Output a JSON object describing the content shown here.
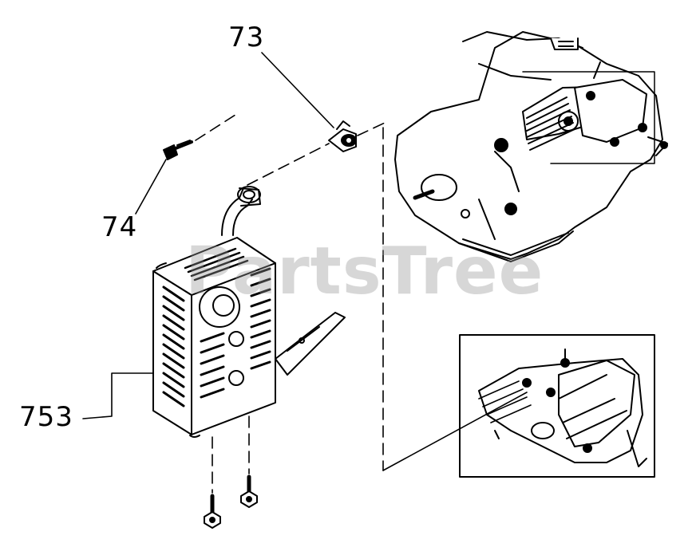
{
  "callouts": [
    {
      "id": "73",
      "label": "73"
    },
    {
      "id": "74",
      "label": "74"
    },
    {
      "id": "753",
      "label": "753"
    }
  ],
  "watermark": {
    "text": "PartsTree",
    "mark": "™"
  }
}
